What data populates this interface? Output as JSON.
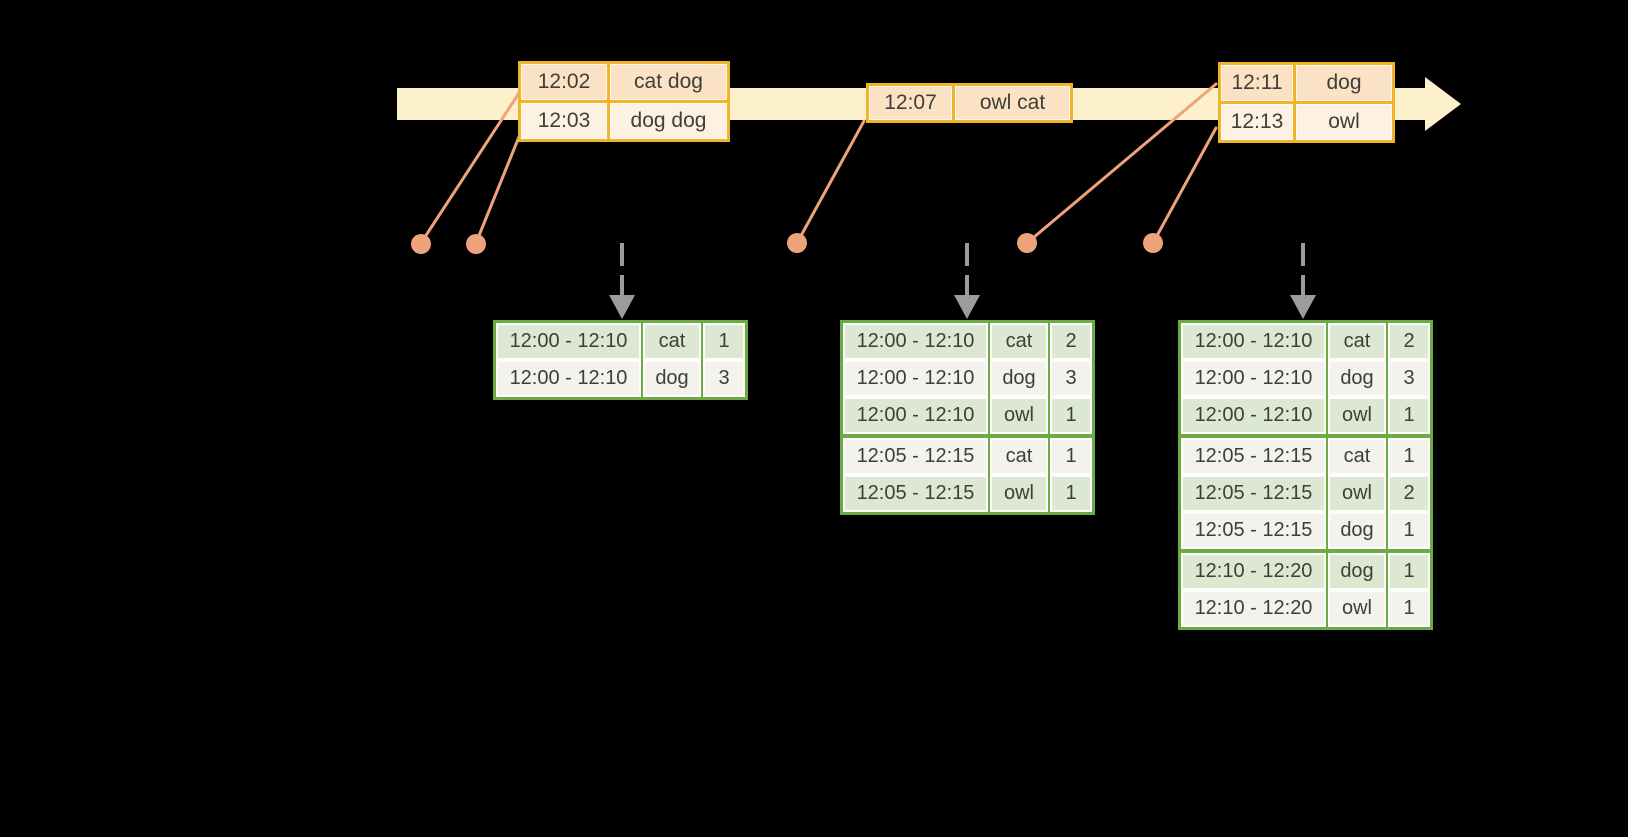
{
  "colors": {
    "background": "#000000",
    "timeline-bar": "#FCF1CA",
    "event-border": "#F0B429",
    "event-row": "#FBE2C5",
    "event-row-alt": "#FDF2E2",
    "result-border": "#6CAB44",
    "result-row": "#DDE8D2",
    "result-row-alt": "#F3F2EC",
    "connector": "#EFA37B",
    "trigger-arrow": "#9C9C9C",
    "text": "#3F3E3A"
  },
  "timeline": {
    "event_tables": [
      {
        "rows": [
          [
            "12:02",
            "cat dog"
          ],
          [
            "12:03",
            "dog dog"
          ]
        ]
      },
      {
        "rows": [
          [
            "12:07",
            "owl cat"
          ]
        ]
      },
      {
        "rows": [
          [
            "12:11",
            "dog"
          ],
          [
            "12:13",
            "owl"
          ]
        ]
      }
    ]
  },
  "result_tables": [
    {
      "rows": [
        [
          "12:00 - 12:10",
          "cat",
          "1"
        ],
        [
          "12:00 - 12:10",
          "dog",
          "3"
        ]
      ]
    },
    {
      "rows": [
        [
          "12:00 - 12:10",
          "cat",
          "2"
        ],
        [
          "12:00 - 12:10",
          "dog",
          "3"
        ],
        [
          "12:00 - 12:10",
          "owl",
          "1"
        ],
        [
          "12:05 - 12:15",
          "cat",
          "1"
        ],
        [
          "12:05 - 12:15",
          "owl",
          "1"
        ]
      ]
    },
    {
      "rows": [
        [
          "12:00 - 12:10",
          "cat",
          "2"
        ],
        [
          "12:00 - 12:10",
          "dog",
          "3"
        ],
        [
          "12:00 - 12:10",
          "owl",
          "1"
        ],
        [
          "12:05 - 12:15",
          "cat",
          "1"
        ],
        [
          "12:05 - 12:15",
          "owl",
          "2"
        ],
        [
          "12:05 - 12:15",
          "dog",
          "1"
        ],
        [
          "12:10 - 12:20",
          "dog",
          "1"
        ],
        [
          "12:10 - 12:20",
          "owl",
          "1"
        ]
      ]
    }
  ]
}
